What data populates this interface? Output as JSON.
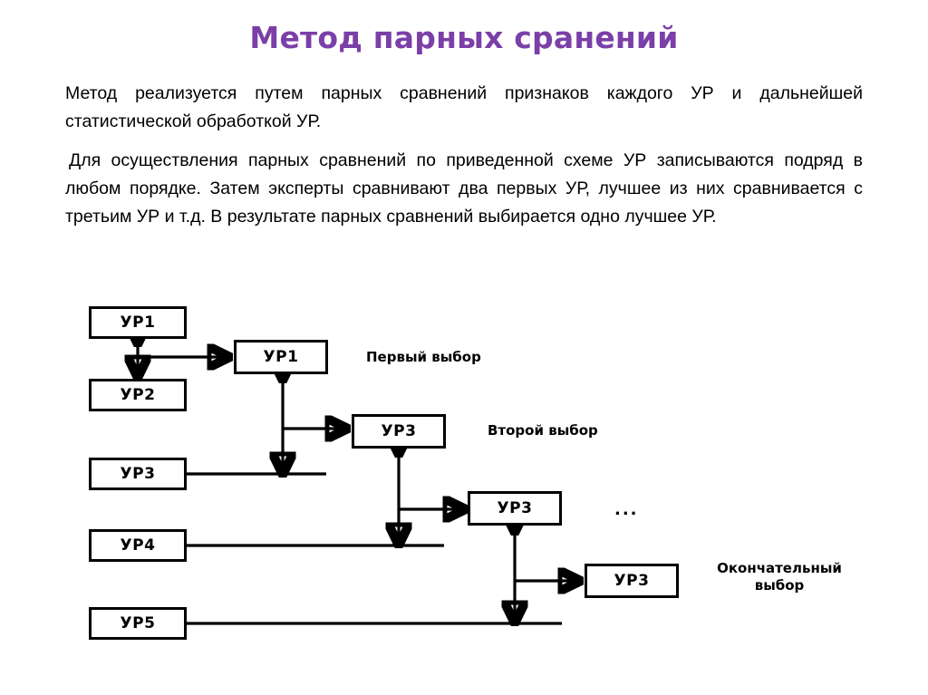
{
  "slide": {
    "title": "Метод парных сранений",
    "title_color": "#7b3fa8",
    "background_color": "#ffffff",
    "text_color": "#000000"
  },
  "body": {
    "paragraphs": [
      "Метод реализуется путем парных сравнений признаков каждого УР и дальнейшей статистической обработкой УР.",
      " Для осуществления парных сравнений по приведенной схеме УР записываются подряд в любом порядке. Затем эксперты сравнивают два первых УР, лучшее из них сравнивается с третьим УР и т.д. В результате парных сравнений выбирается одно лучшее УР."
    ]
  },
  "diagram": {
    "nodes": [
      {
        "id": "ur1-a",
        "label": "УР1"
      },
      {
        "id": "ur2-a",
        "label": "УР2"
      },
      {
        "id": "ur3-a",
        "label": "УР3"
      },
      {
        "id": "ur4-a",
        "label": "УР4"
      },
      {
        "id": "ur5-a",
        "label": "УР5"
      },
      {
        "id": "ur1-win",
        "label": "УР1"
      },
      {
        "id": "ur3-win2",
        "label": "УР3"
      },
      {
        "id": "ur3-win3",
        "label": "УР3"
      },
      {
        "id": "ur3-win4",
        "label": "УР3"
      }
    ],
    "labels": {
      "first_choice": "Первый выбор",
      "second_choice": "Второй выбор",
      "ellipsis": "...",
      "final_choice": "Окончательный выбор"
    }
  }
}
